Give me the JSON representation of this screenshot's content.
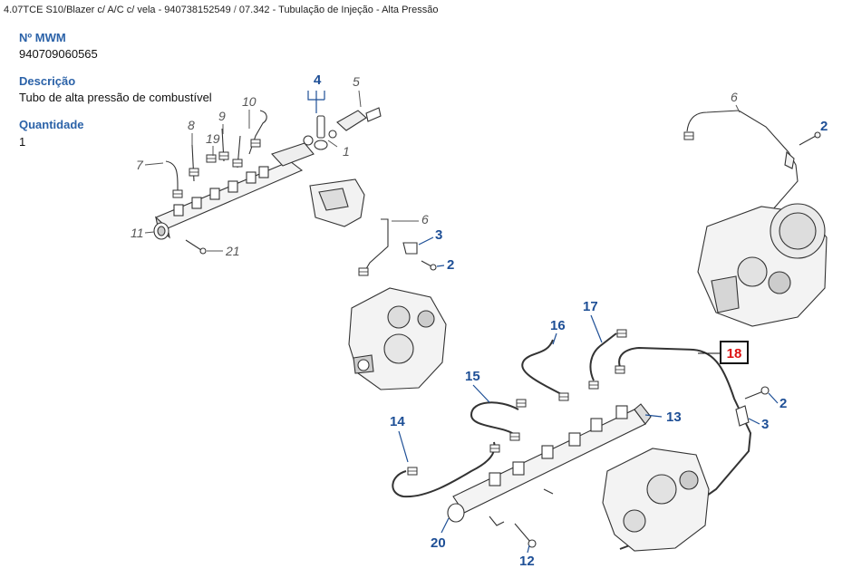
{
  "breadcrumb": {
    "vehicle": "4.07TCE S10/Blazer c/ A/C c/ vela - 940738152549",
    "separator": "/",
    "group": "07.342 - Tubulação de Injeção - Alta Pressão"
  },
  "part": {
    "mwm_label": "Nº MWM",
    "mwm_value": "940709060565",
    "description_label": "Descrição",
    "description_value": "Tubo de alta pressão de combustível",
    "quantity_label": "Quantidade",
    "quantity_value": "1"
  },
  "diagram": {
    "upper_callouts": {
      "c1": "1",
      "c2": "2",
      "c3": "3",
      "c4": "4",
      "c5": "5",
      "c6": "6",
      "c7": "7",
      "c8": "8",
      "c9": "9",
      "c10": "10",
      "c11": "11",
      "c19": "19",
      "c21": "21"
    },
    "right_callouts": {
      "c2": "2",
      "c6": "6"
    },
    "lower_callouts": {
      "c2": "2",
      "c3": "3",
      "c12": "12",
      "c13": "13",
      "c14": "14",
      "c15": "15",
      "c16": "16",
      "c17": "17",
      "c20": "20"
    },
    "highlighted_callout": "18",
    "colors": {
      "blue_callout": "#1e4f96",
      "highlight": "#dd1111",
      "label_blue": "#2b62a8"
    }
  }
}
